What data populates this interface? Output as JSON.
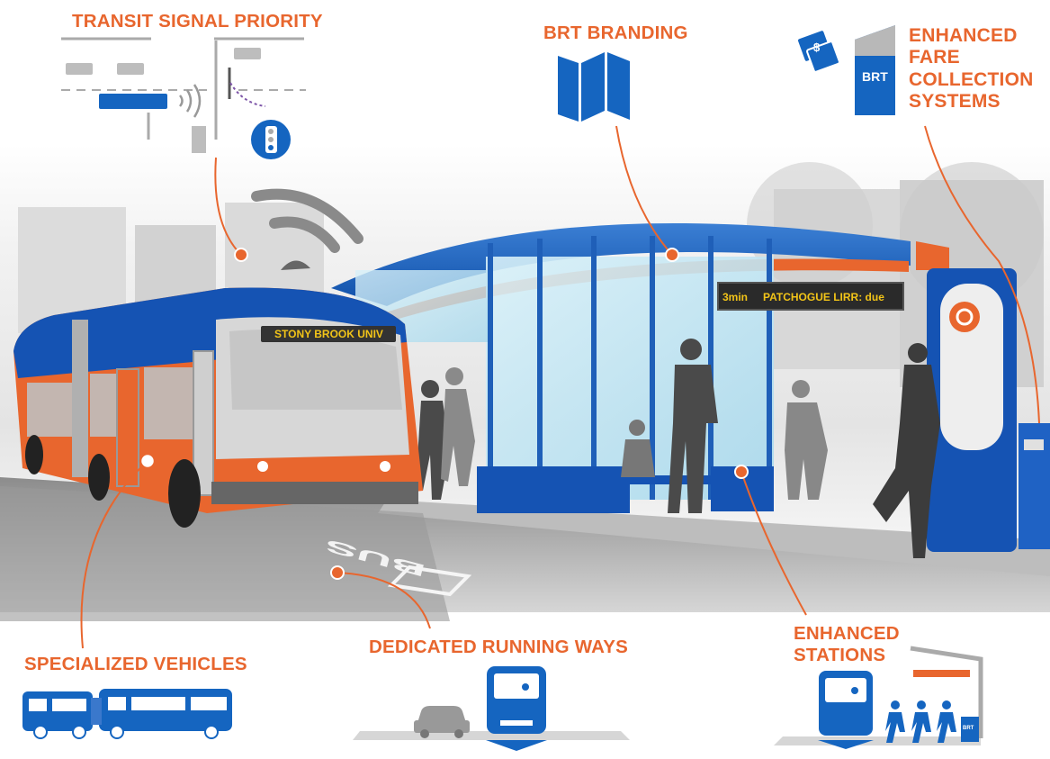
{
  "features": {
    "transit_signal_priority": "TRANSIT SIGNAL PRIORITY",
    "brt_branding": "BRT BRANDING",
    "enhanced_fare_collection": "ENHANCED\nFARE\nCOLLECTION\nSYSTEMS",
    "specialized_vehicles": "SPECIALIZED VEHICLES",
    "dedicated_running_ways": "DEDICATED RUNNING WAYS",
    "enhanced_stations": "ENHANCED\nSTATIONS"
  },
  "bus": {
    "destination_sign": "STONY BROOK UNIV"
  },
  "station": {
    "arrival_sign_time": "3min",
    "arrival_sign_text": "PATCHOGUE LIRR: due",
    "fare_kiosk_label": "BRT",
    "ticket_symbol": "$",
    "pavement_marking": "BUS",
    "icon_station_label": "BRT"
  },
  "colors": {
    "accent_orange": "#e8662e",
    "brand_blue": "#1565c0",
    "dark_blue": "#0d4a9e",
    "gray": "#a9a9a9"
  }
}
